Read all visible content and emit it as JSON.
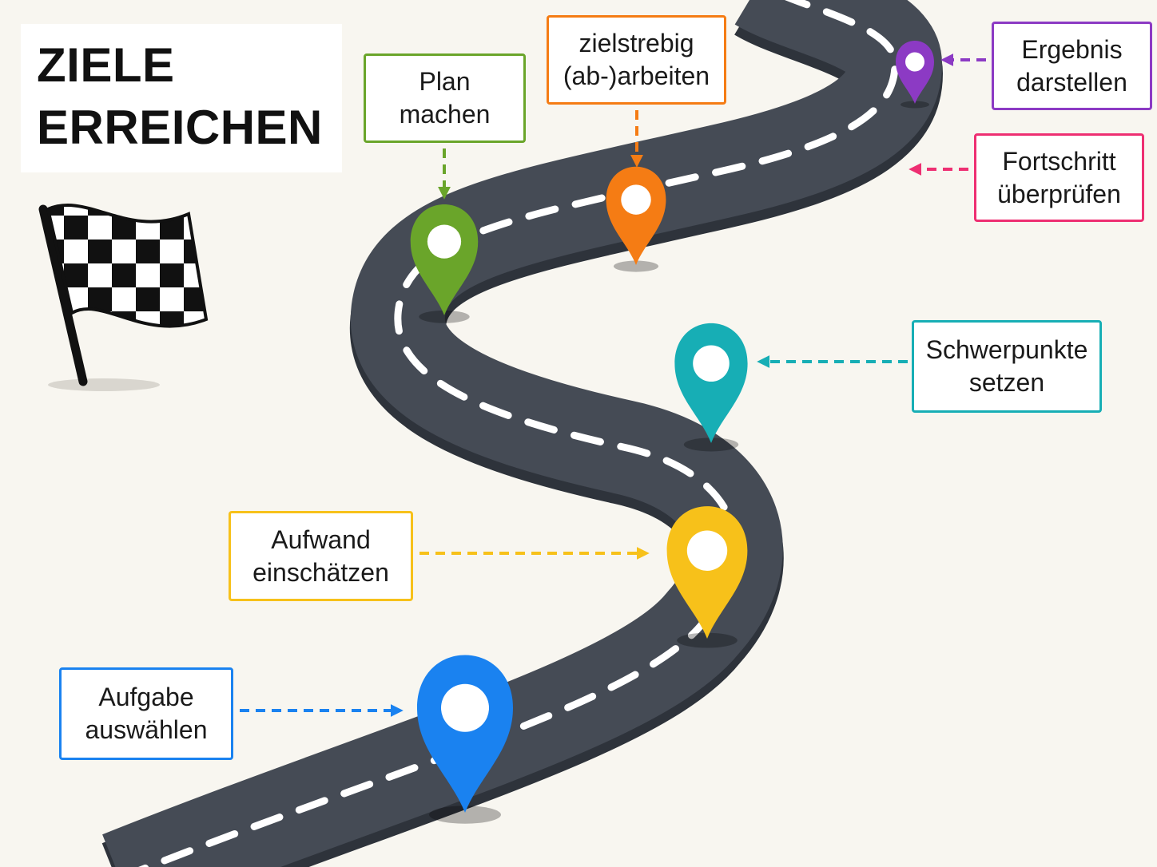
{
  "title": {
    "line1": "ZIELE",
    "line2": "ERREICHEN"
  },
  "icons": {
    "flag": "checkered-flag-icon",
    "marker": "map-pin-icon"
  },
  "colors": {
    "background": "#f8f6f0",
    "road": "#454b55",
    "road_edge": "#2e333b",
    "lane_marking": "#ffffff"
  },
  "steps": [
    {
      "key": "aufgabe",
      "line1": "Aufgabe",
      "line2": "auswählen",
      "color": "#1a82f0"
    },
    {
      "key": "aufwand",
      "line1": "Aufwand",
      "line2": "einschätzen",
      "color": "#f7c11a"
    },
    {
      "key": "schwerpunkte",
      "line1": "Schwerpunkte",
      "line2": "setzen",
      "color": "#17aeb5"
    },
    {
      "key": "plan",
      "line1": "Plan",
      "line2": "machen",
      "color": "#6aa52a"
    },
    {
      "key": "zielstrebig",
      "line1": "zielstrebig",
      "line2": "(ab-)arbeiten",
      "color": "#f57c14"
    },
    {
      "key": "fortschritt",
      "line1": "Fortschritt",
      "line2": "überprüfen",
      "color": "#ee2f72"
    },
    {
      "key": "ergebnis",
      "line1": "Ergebnis",
      "line2": "darstellen",
      "color": "#8c3ac4"
    }
  ]
}
